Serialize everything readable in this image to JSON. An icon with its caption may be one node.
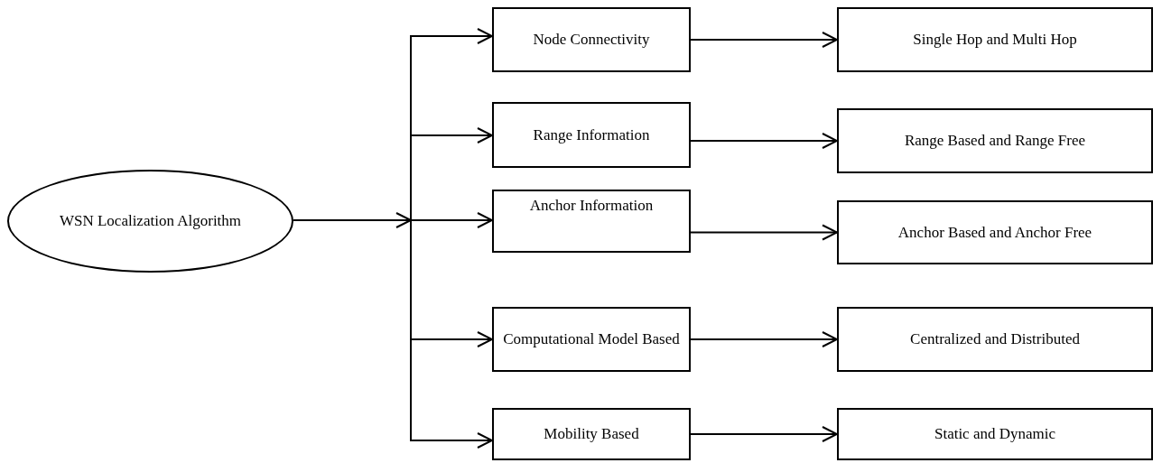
{
  "diagram": {
    "nodes": [
      {
        "text": [
          "WSN Localization Algorithm"
        ]
      },
      {
        "text": [
          "Node Connectivity"
        ]
      },
      {
        "text": [
          "Single Hop and Multi Hop"
        ]
      },
      {
        "text": [
          "Range Information"
        ]
      },
      {
        "text": [
          "Range Based and Range Free"
        ]
      },
      {
        "text": [
          "Anchor Information"
        ]
      },
      {
        "text": [
          "Anchor Based and Anchor Free"
        ]
      },
      {
        "text": [
          "Computational Model Based"
        ]
      },
      {
        "text": [
          "Centralized and Distributed"
        ]
      },
      {
        "text": [
          "Mobility Based"
        ]
      },
      {
        "text": [
          "Static and Dynamic"
        ]
      }
    ],
    "edges": [
      {
        "from": 0,
        "to": 1,
        "arrow": "to"
      },
      {
        "from": 1,
        "to": 2,
        "arrow": "to"
      },
      {
        "from": 0,
        "to": 3,
        "arrow": "to"
      },
      {
        "from": 3,
        "to": 4,
        "arrow": "to"
      },
      {
        "from": 0,
        "to": 5,
        "arrow": "to"
      },
      {
        "from": 5,
        "to": 6,
        "arrow": "to"
      },
      {
        "from": 0,
        "to": 7,
        "arrow": "to"
      },
      {
        "from": 7,
        "to": 8,
        "arrow": "to"
      },
      {
        "from": 0,
        "to": 9,
        "arrow": "to"
      },
      {
        "from": 9,
        "to": 10,
        "arrow": "to"
      }
    ]
  }
}
